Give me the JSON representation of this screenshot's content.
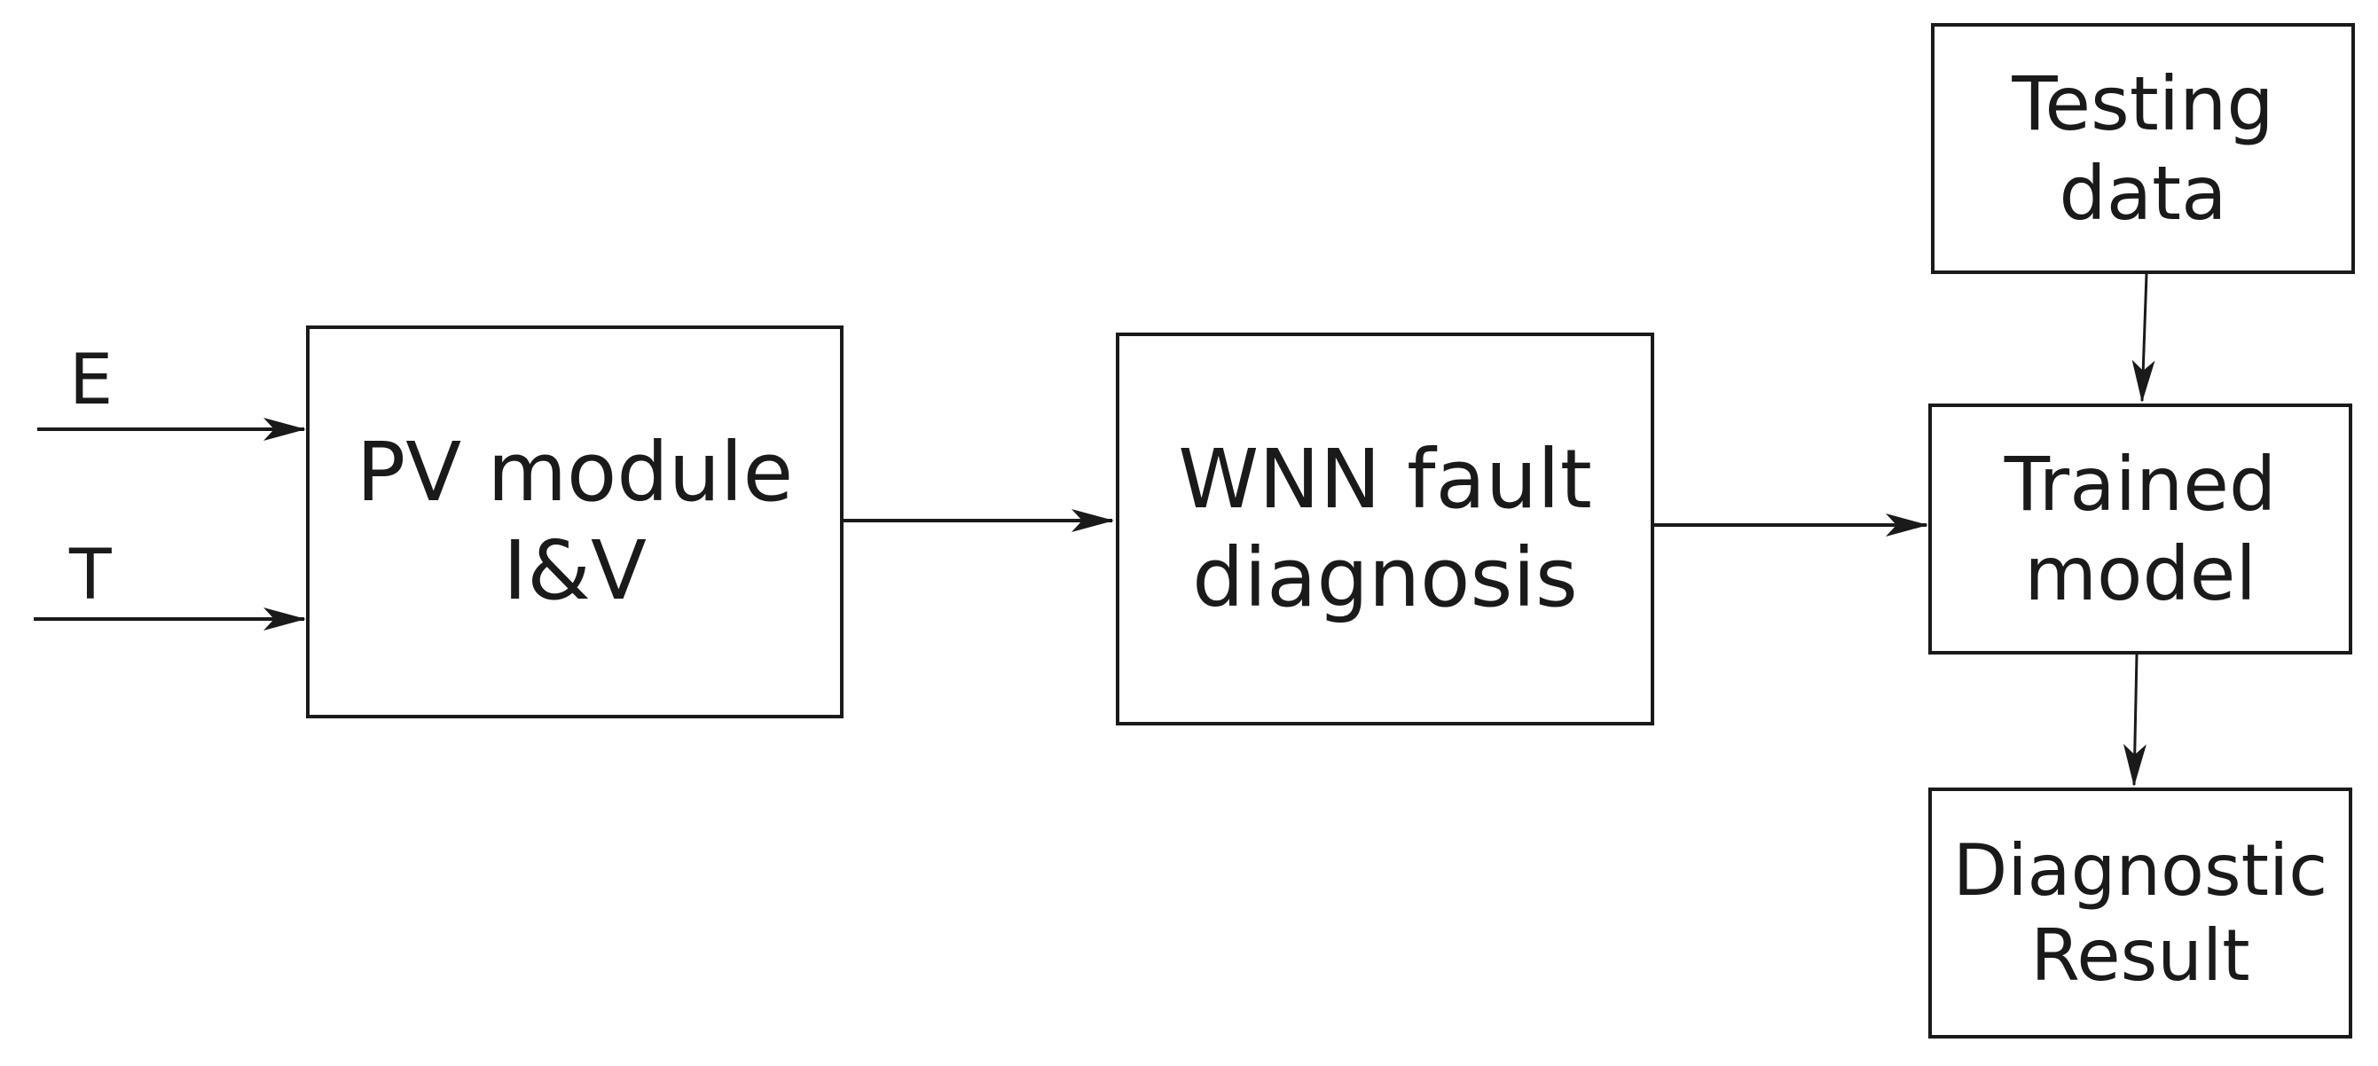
{
  "diagram": {
    "inputs": {
      "e_label": "E",
      "t_label": "T"
    },
    "boxes": {
      "pv_module": {
        "line1": "PV module",
        "line2": "I&V"
      },
      "wnn": {
        "line1": "WNN fault",
        "line2": "diagnosis"
      },
      "testing_data": {
        "line1": "Testing",
        "line2": "data"
      },
      "trained_model": {
        "line1": "Trained",
        "line2": "model"
      },
      "diagnostic_result": {
        "line1": "Diagnostic",
        "line2": "Result"
      }
    },
    "colors": {
      "stroke": "#1a1a1a",
      "background": "#ffffff"
    }
  }
}
